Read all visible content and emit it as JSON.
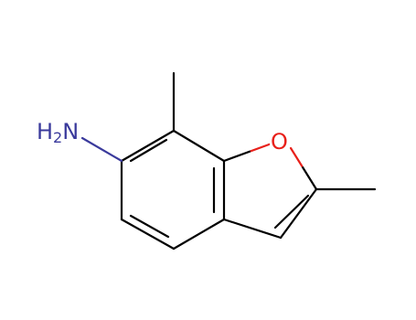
{
  "molecule": {
    "atoms": {
      "amine": {
        "label": "H",
        "subscript": "2",
        "suffix": "N"
      },
      "oxygen": {
        "label": "O"
      }
    }
  },
  "colors": {
    "bond": "#000000",
    "nitrogen": "#3a3a9c",
    "oxygen": "#e8201a"
  }
}
